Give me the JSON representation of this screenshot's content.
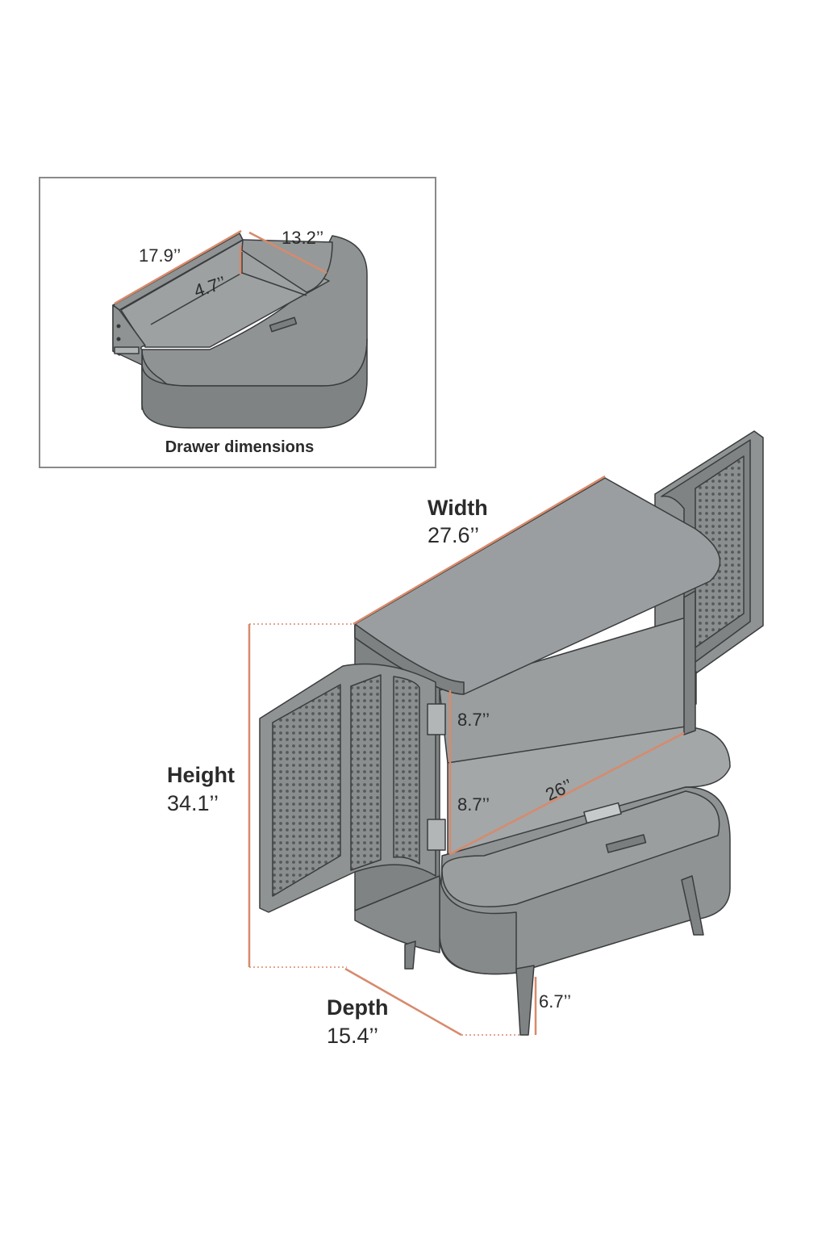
{
  "colors": {
    "body": "#8f9394",
    "body_dark": "#6f7374",
    "outline": "#3a3c3d",
    "dimension_line": "#d78a6c",
    "inset_border": "#8a8a8a",
    "background": "#ffffff"
  },
  "drawer_inset": {
    "caption": "Drawer dimensions",
    "length": "17.9’’",
    "width": "13.2’’",
    "height": "4.7’’"
  },
  "cabinet": {
    "width_label": "Width",
    "width_value": "27.6’’",
    "height_label": "Height",
    "height_value": "34.1’’",
    "depth_label": "Depth",
    "depth_value": "15.4’’",
    "shelf_upper": "8.7’’",
    "shelf_lower": "8.7’’",
    "inner_width": "26’’",
    "leg_height": "6.7’’"
  }
}
